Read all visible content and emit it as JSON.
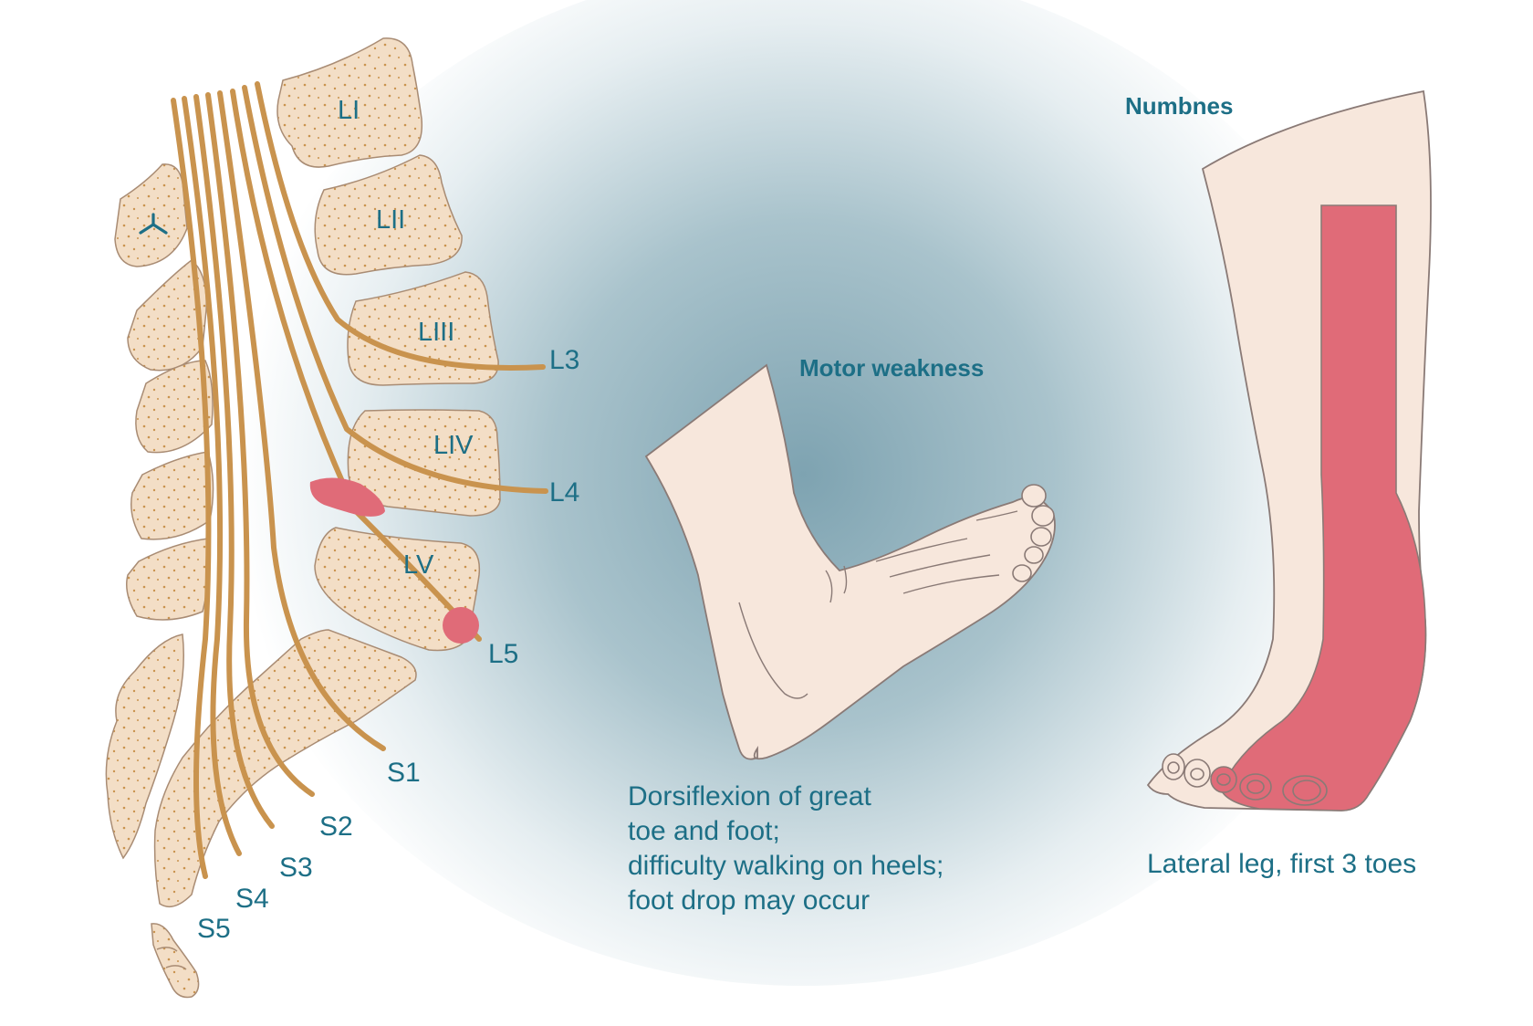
{
  "colors": {
    "bone": "#f3dec6",
    "bone_outline": "#a98c74",
    "nerve": "#c9934e",
    "lesion": "#e06b78",
    "skin": "#f7e7dc",
    "skin_outline": "#8a7a76",
    "label_text": "#1d6f86",
    "background_glow": "#7ea3b1"
  },
  "spine": {
    "vertebrae": [
      "LI",
      "LII",
      "LIII",
      "LIV",
      "LV"
    ],
    "nerve_roots": [
      "L3",
      "L4",
      "L5",
      "S1",
      "S2",
      "S3",
      "S4",
      "S5"
    ]
  },
  "motor": {
    "heading": "Motor weakness",
    "description": [
      "Dorsiflexion of great",
      "toe and foot;",
      "difficulty walking on heels;",
      "foot drop may occur"
    ]
  },
  "numbness": {
    "heading": "Numbnes",
    "caption": "Lateral leg, first 3 toes"
  },
  "icons": {
    "vertebra_symbol": "vertebra-y-symbol-icon"
  }
}
